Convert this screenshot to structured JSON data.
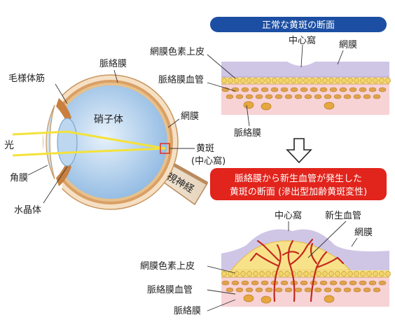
{
  "eye": {
    "label_choroid": "脈絡膜",
    "label_ciliary_muscle": "毛様体筋",
    "label_vitreous": "硝子体",
    "label_retina": "網膜",
    "label_light": "光",
    "label_macula": "黄斑",
    "label_fovea_paren": "(中心窩)",
    "label_optic_nerve": "視神経",
    "label_cornea": "角膜",
    "label_lens": "水晶体"
  },
  "normal": {
    "title": "正常な黄斑の断面",
    "label_fovea": "中心窩",
    "label_retina": "網膜",
    "label_rpe": "網膜色素上皮",
    "label_choroid_vessel": "脈絡膜血管",
    "label_choroid": "脈絡膜"
  },
  "amd": {
    "title_line1": "脈絡膜から新生血管が発生した",
    "title_line2": "黄斑の断面 (滲出型加齢黄斑変性)",
    "label_fovea": "中心窩",
    "label_new_vessel": "新生血管",
    "label_retina": "網膜",
    "label_rpe": "網膜色素上皮",
    "label_choroid_vessel": "脈絡膜血管",
    "label_choroid": "脈絡膜"
  },
  "colors": {
    "sclera": "#f6e0c4",
    "choroid_layer": "#d9a066",
    "vitreous": "#9ec3e6",
    "retina": "#cfc6e6",
    "rpe": "#f6e28a",
    "choroid_pink": "#f7d3d6",
    "title_blue": "#1c4fa3",
    "title_red": "#e1241c",
    "vessel_red": "#c4281c",
    "light_yellow": "#f4e23a"
  },
  "icons": [
    "down-arrow-icon"
  ]
}
